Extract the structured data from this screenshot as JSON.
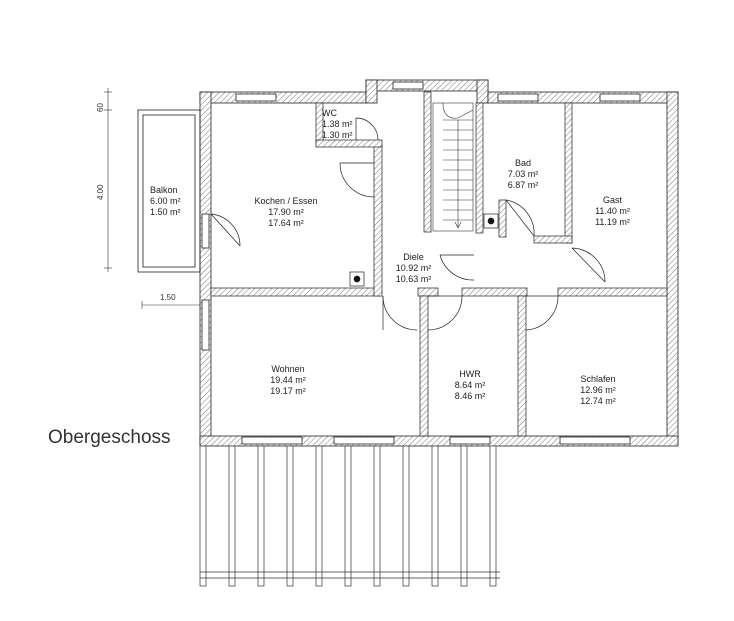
{
  "floor_title": "Obergeschoss",
  "rooms": {
    "wc": {
      "name": "WC",
      "area1": "1.38 m²",
      "area2": "1.30 m²"
    },
    "kochen": {
      "name": "Kochen / Essen",
      "area1": "17.90 m²",
      "area2": "17.64 m²"
    },
    "balkon": {
      "name": "Balkon",
      "area1": "6.00 m²",
      "area2": "1.50 m²"
    },
    "diele": {
      "name": "Diele",
      "area1": "10.92 m²",
      "area2": "10.63 m²"
    },
    "bad": {
      "name": "Bad",
      "area1": "7.03 m²",
      "area2": "6.87 m²"
    },
    "gast": {
      "name": "Gast",
      "area1": "11.40 m²",
      "area2": "11.19 m²"
    },
    "wohnen": {
      "name": "Wohnen",
      "area1": "19.44 m²",
      "area2": "19.17 m²"
    },
    "hwr": {
      "name": "HWR",
      "area1": "8.64 m²",
      "area2": "8.46 m²"
    },
    "schlafen": {
      "name": "Schlafen",
      "area1": "12.96 m²",
      "area2": "12.74 m²"
    }
  },
  "dimensions": {
    "top": "60",
    "side": "4.00",
    "balcony_depth": "1.50"
  }
}
